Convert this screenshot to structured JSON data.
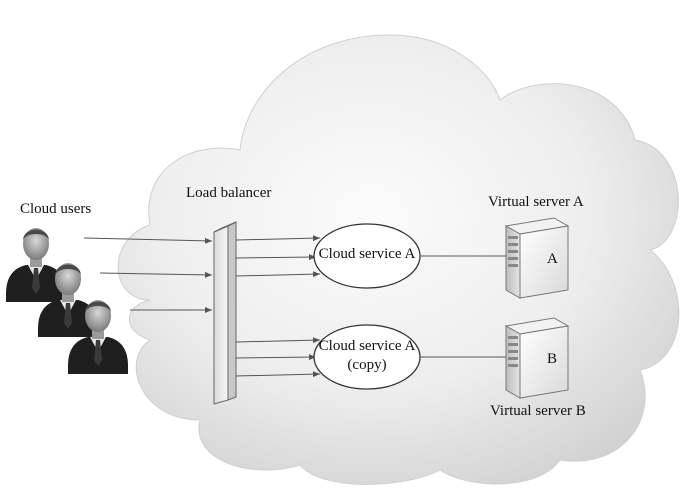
{
  "labels": {
    "cloud_users": "Cloud users",
    "load_balancer": "Load balancer",
    "virtual_server_a": "Virtual server A",
    "virtual_server_b": "Virtual server B"
  },
  "services": {
    "a": {
      "line1": "Cloud service A",
      "line2": ""
    },
    "b": {
      "line1": "Cloud service A",
      "line2": "(copy)"
    }
  },
  "servers": {
    "a": {
      "letter": "A"
    },
    "b": {
      "letter": "B"
    }
  },
  "icons": {
    "user": "user-silhouette-icon",
    "server": "server-tower-icon"
  },
  "colors": {
    "cloud_light": "#f6f6f6",
    "cloud_dark": "#c9c9c9",
    "line": "#555555",
    "suit": "#1e1e1e"
  }
}
